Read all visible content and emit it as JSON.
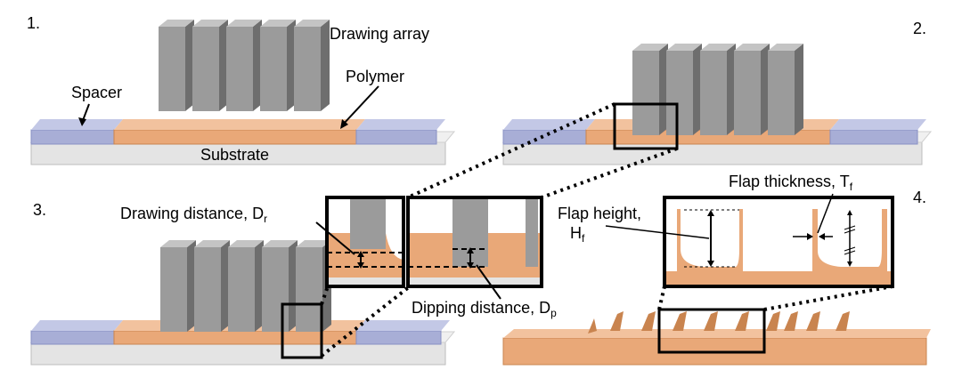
{
  "panels": {
    "p1": {
      "number": "1.",
      "labels": {
        "drawing_array": "Drawing array",
        "polymer": "Polymer",
        "spacer": "Spacer",
        "substrate": "Substrate"
      }
    },
    "p2": {
      "number": "2."
    },
    "p3": {
      "number": "3.",
      "labels": {
        "drawing_distance": "Drawing distance, D",
        "drawing_distance_sub": "r",
        "dipping_distance": "Dipping distance, D",
        "dipping_distance_sub": "p"
      }
    },
    "p4": {
      "number": "4.",
      "labels": {
        "flap_thickness": "Flap thickness, T",
        "flap_thickness_sub": "f",
        "flap_height": "Flap height,",
        "flap_height_symbol": "H",
        "flap_height_sub": "f"
      }
    }
  },
  "colors": {
    "pillar_front": "#9b9b9b",
    "pillar_side": "#6e6e6e",
    "pillar_top": "#c4c4c4",
    "polymer": "#e9a878",
    "polymer_dark": "#c9844f",
    "spacer": "#a8aed6",
    "substrate": "#e4e4e4"
  }
}
